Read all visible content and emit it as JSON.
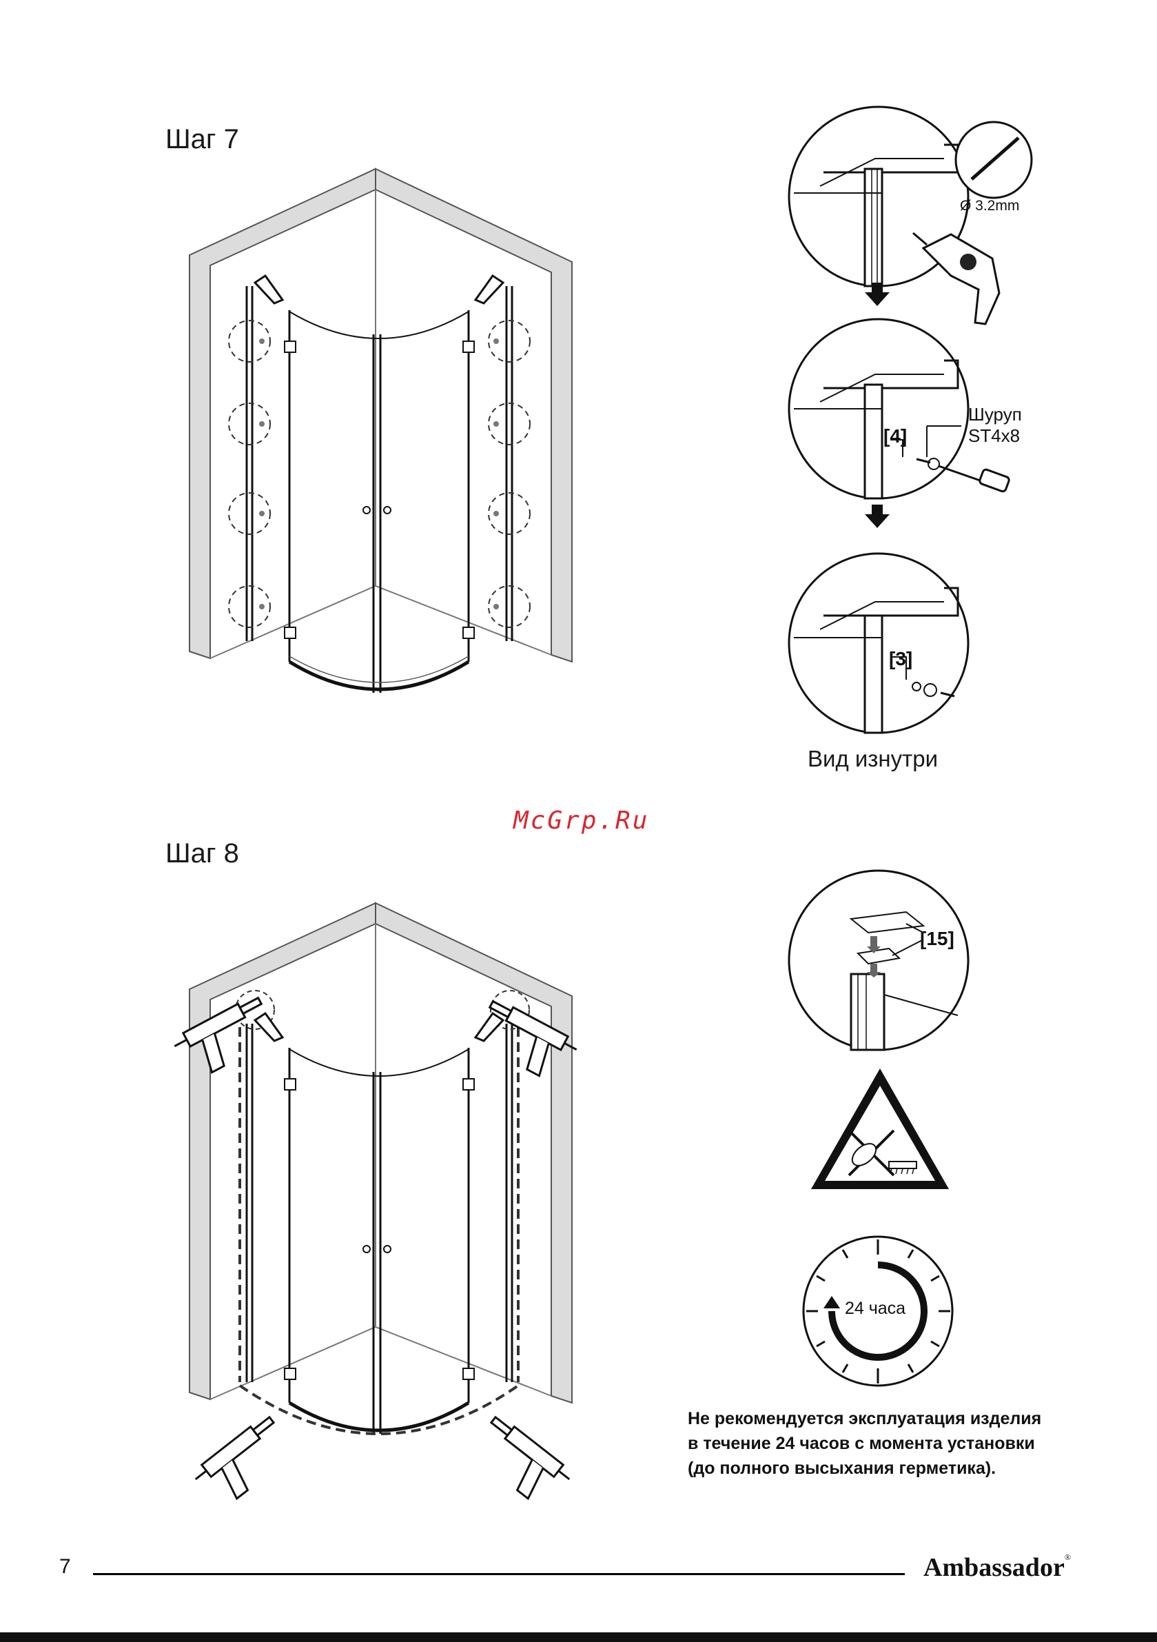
{
  "step7": {
    "title": "Шаг 7",
    "drill_size": "Ø 3.2mm",
    "screw_label": "Шуруп",
    "screw_spec": "ST4x8",
    "part_ref_top": "[4]",
    "part_ref_bottom": "[3]",
    "view_caption": "Вид изнутри"
  },
  "watermark": "McGrp.Ru",
  "step8": {
    "title": "Шаг 8",
    "part_ref": "[15]",
    "clock_label": "24 часа",
    "note_lines": [
      "Не рекомендуется эксплуатация изделия",
      "в течение 24 часов с момента установки",
      "(до полного высыхания герметика)."
    ]
  },
  "footer": {
    "page_number": "7",
    "brand": "Ambassador",
    "brand_mark": "®"
  }
}
